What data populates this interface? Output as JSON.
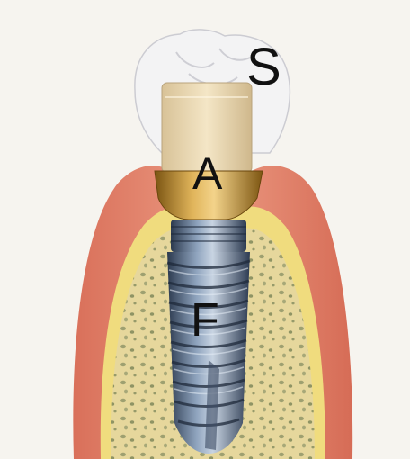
{
  "labels": {
    "crown": "S",
    "abutment": "A",
    "fixture": "F"
  },
  "colors": {
    "background": "#f6f4ef",
    "gingiva": "#e48a72",
    "cortical_bone": "#f0dc7e",
    "cancellous_bone": "#e3d49a",
    "crown": "#f3f3f5",
    "abutment_core": "#ead9b4",
    "abutment_collar": "#b98a2a",
    "implant": "#4f6178"
  },
  "icons": {
    "crown": "crown-shape",
    "abutment": "abutment-shape",
    "implant": "screw-implant-shape"
  }
}
